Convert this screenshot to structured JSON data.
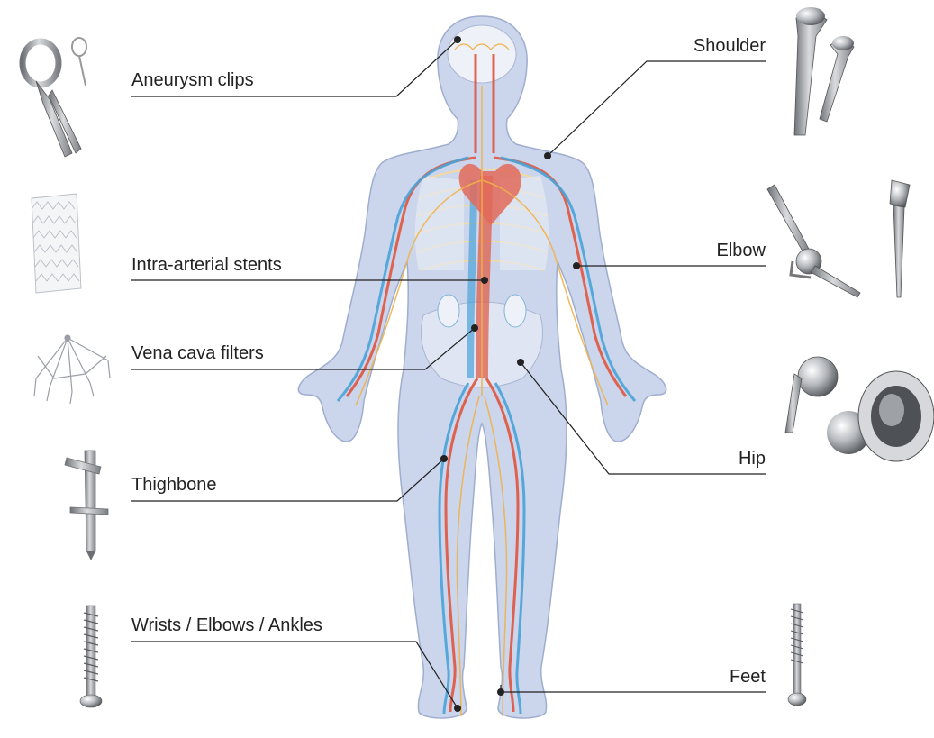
{
  "labels": {
    "aneurysm_clips": "Aneurysm clips",
    "intra_arterial_stents": "Intra-arterial stents",
    "vena_cava_filters": "Vena cava filters",
    "thighbone": "Thighbone",
    "wrists_elbows_ankles": "Wrists / Elbows / Ankles",
    "shoulder": "Shoulder",
    "elbow": "Elbow",
    "hip": "Hip",
    "feet": "Feet"
  },
  "colors": {
    "body_fill": "#c9d3ea",
    "body_outline": "#9aa9cc",
    "bone": "#dfe5f2",
    "artery": "#e0553e",
    "vein": "#4aa3d8",
    "nerve": "#f0b24a",
    "leader_line": "#222222",
    "implant_metal": "#8c8f94"
  },
  "icons": {
    "aneurysm_clips": "aneurysm-clip-icon",
    "intra_arterial_stents": "stent-icon",
    "vena_cava_filters": "vena-cava-filter-icon",
    "thighbone": "intramedullary-nail-icon",
    "wrists_elbows_ankles": "bone-screw-icon",
    "shoulder": "shoulder-implant-icon",
    "elbow": "elbow-implant-icon",
    "hip": "hip-implant-icon",
    "feet": "bone-screw-icon"
  }
}
